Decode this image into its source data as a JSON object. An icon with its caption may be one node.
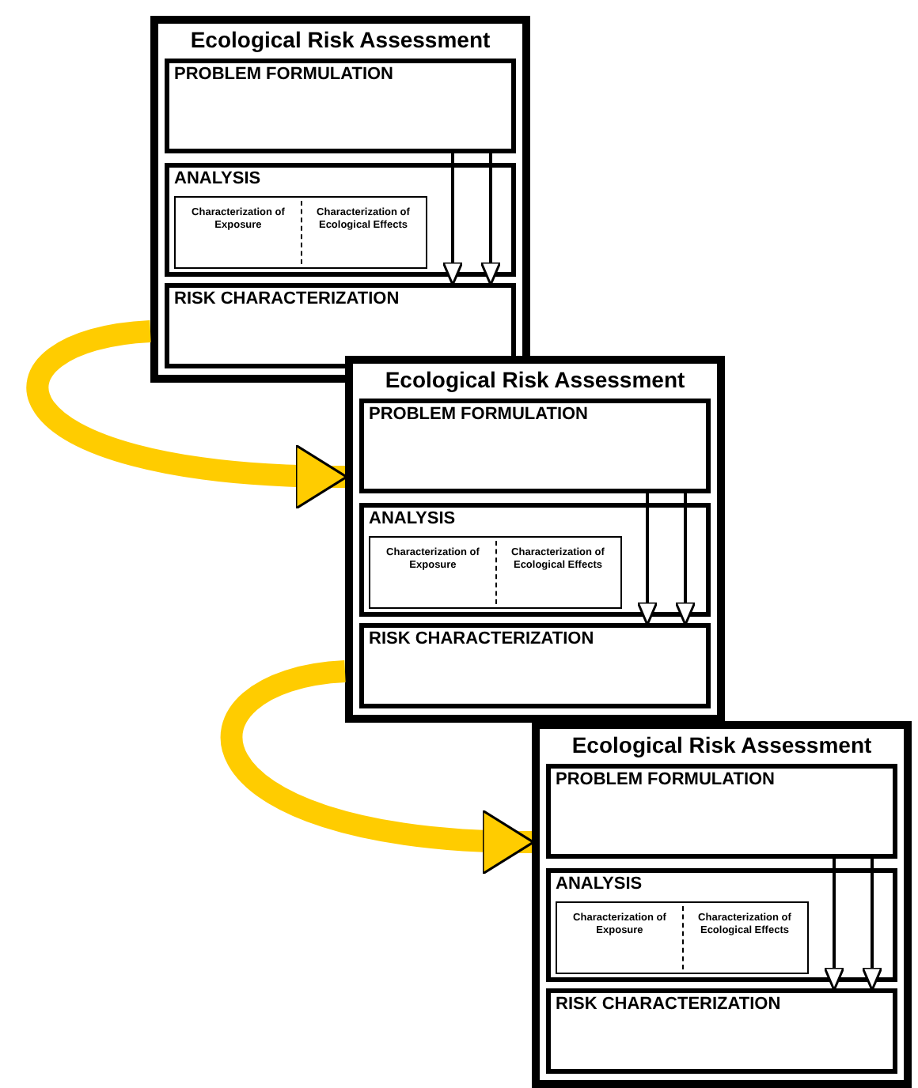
{
  "diagram": {
    "nodes": [
      {
        "text": [
          "Ecological Risk Assessment"
        ]
      },
      {
        "text": [
          "PROBLEM FORMULATION"
        ],
        "in": 0
      },
      {
        "text": [
          "ANALYSIS"
        ],
        "in": 0
      },
      {
        "text": [
          "Characterization of Exposure",
          "Characterization of Ecological Effects"
        ],
        "in": 2
      },
      {
        "text": [
          "RISK CHARACTERIZATION"
        ],
        "in": 0
      },
      {
        "text": [
          "Ecological Risk Assessment"
        ]
      },
      {
        "text": [
          "PROBLEM FORMULATION"
        ],
        "in": 5
      },
      {
        "text": [
          "ANALYSIS"
        ],
        "in": 5
      },
      {
        "text": [
          "Characterization of Exposure",
          "Characterization of Ecological Effects"
        ],
        "in": 7
      },
      {
        "text": [
          "RISK CHARACTERIZATION"
        ],
        "in": 5
      },
      {
        "text": [
          "Ecological Risk Assessment"
        ]
      },
      {
        "text": [
          "PROBLEM FORMULATION"
        ],
        "in": 10
      },
      {
        "text": [
          "ANALYSIS"
        ],
        "in": 10
      },
      {
        "text": [
          "Characterization of Exposure",
          "Characterization of Ecological Effects"
        ],
        "in": 12
      },
      {
        "text": [
          "RISK CHARACTERIZATION"
        ],
        "in": 10
      }
    ],
    "edges": [
      {
        "from": 1,
        "to": 4,
        "arrow": "to"
      },
      {
        "from": 1,
        "to": 4,
        "arrow": "to"
      },
      {
        "from": 6,
        "to": 9,
        "arrow": "to"
      },
      {
        "from": 6,
        "to": 9,
        "arrow": "to"
      },
      {
        "from": 11,
        "to": 14,
        "arrow": "to"
      },
      {
        "from": 11,
        "to": 14,
        "arrow": "to"
      },
      {
        "from": 0,
        "to": 5,
        "arrow": "to",
        "style": "thick",
        "color": "#ffcc00"
      },
      {
        "from": 5,
        "to": 10,
        "arrow": "to",
        "style": "thick",
        "color": "#ffcc00"
      }
    ]
  }
}
